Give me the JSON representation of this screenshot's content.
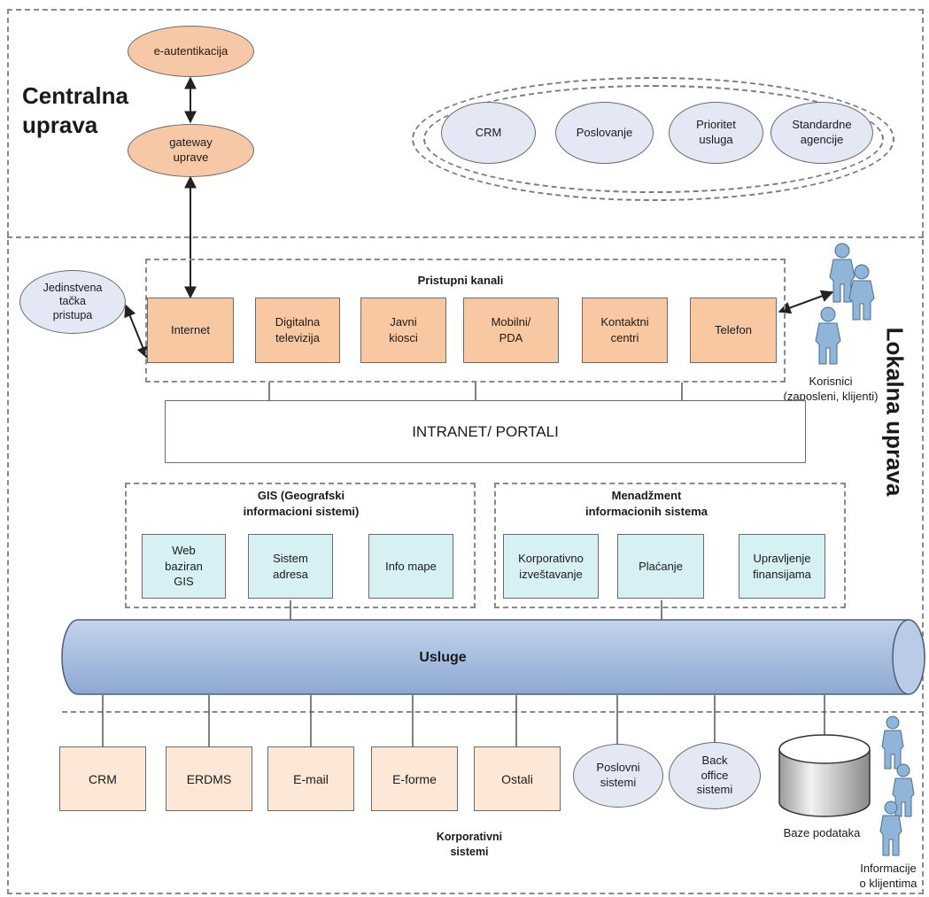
{
  "central": {
    "title_line1": "Centralna",
    "title_line2": "uprava",
    "e_auth": "e-autentikacija",
    "gateway_line1": "gateway",
    "gateway_line2": "uprave",
    "group_items": [
      "CRM",
      "Poslovanje",
      "Prioritet usluga",
      "Standardne agencije"
    ]
  },
  "local": {
    "title": "Lokalna uprava",
    "single_point_line1": "Jedinstvena",
    "single_point_line2": "tačka",
    "single_point_line3": "pristupa",
    "channels_title": "Pristupni kanali",
    "channels": [
      "Internet",
      "Digitalna televizija",
      "Javni kiosci",
      "Mobilni/ PDA",
      "Kontaktni centri",
      "Telefon"
    ],
    "users_line1": "Korisnici",
    "users_line2": "(zaposleni, klijenti)",
    "intranet": "INTRANET/ PORTALI",
    "gis_title_line1": "GIS (Geografski",
    "gis_title_line2": "informacioni sistemi)",
    "gis_items": [
      "Web baziran GIS",
      "Sistem adresa",
      "Info mape"
    ],
    "mis_title_line1": "Menadžment",
    "mis_title_line2": "informacionih sistema",
    "mis_items": [
      "Korporativno izveštavanje",
      "Plaćanje",
      "Upravljenje finansijama"
    ],
    "services": "Usluge"
  },
  "corporate": {
    "boxes": [
      "CRM",
      "ERDMS",
      "E-mail",
      "E-forme",
      "Ostali"
    ],
    "business_systems": "Poslovni sistemi",
    "back_office": "Back office sistemi",
    "databases": "Baze podataka",
    "title_line1": "Korporativni",
    "title_line2": "sistemi",
    "client_info_line1": "Informacije",
    "client_info_line2": "o klijentima"
  },
  "colors": {
    "orange_fill": "#f8c8a3",
    "blue_fill": "#e4e8f4",
    "cyan_fill": "#d7f0f4",
    "peach_fill": "#fde7d6",
    "cylinder_fill": "#a7bedf",
    "person_fill": "#8fb6d8"
  }
}
